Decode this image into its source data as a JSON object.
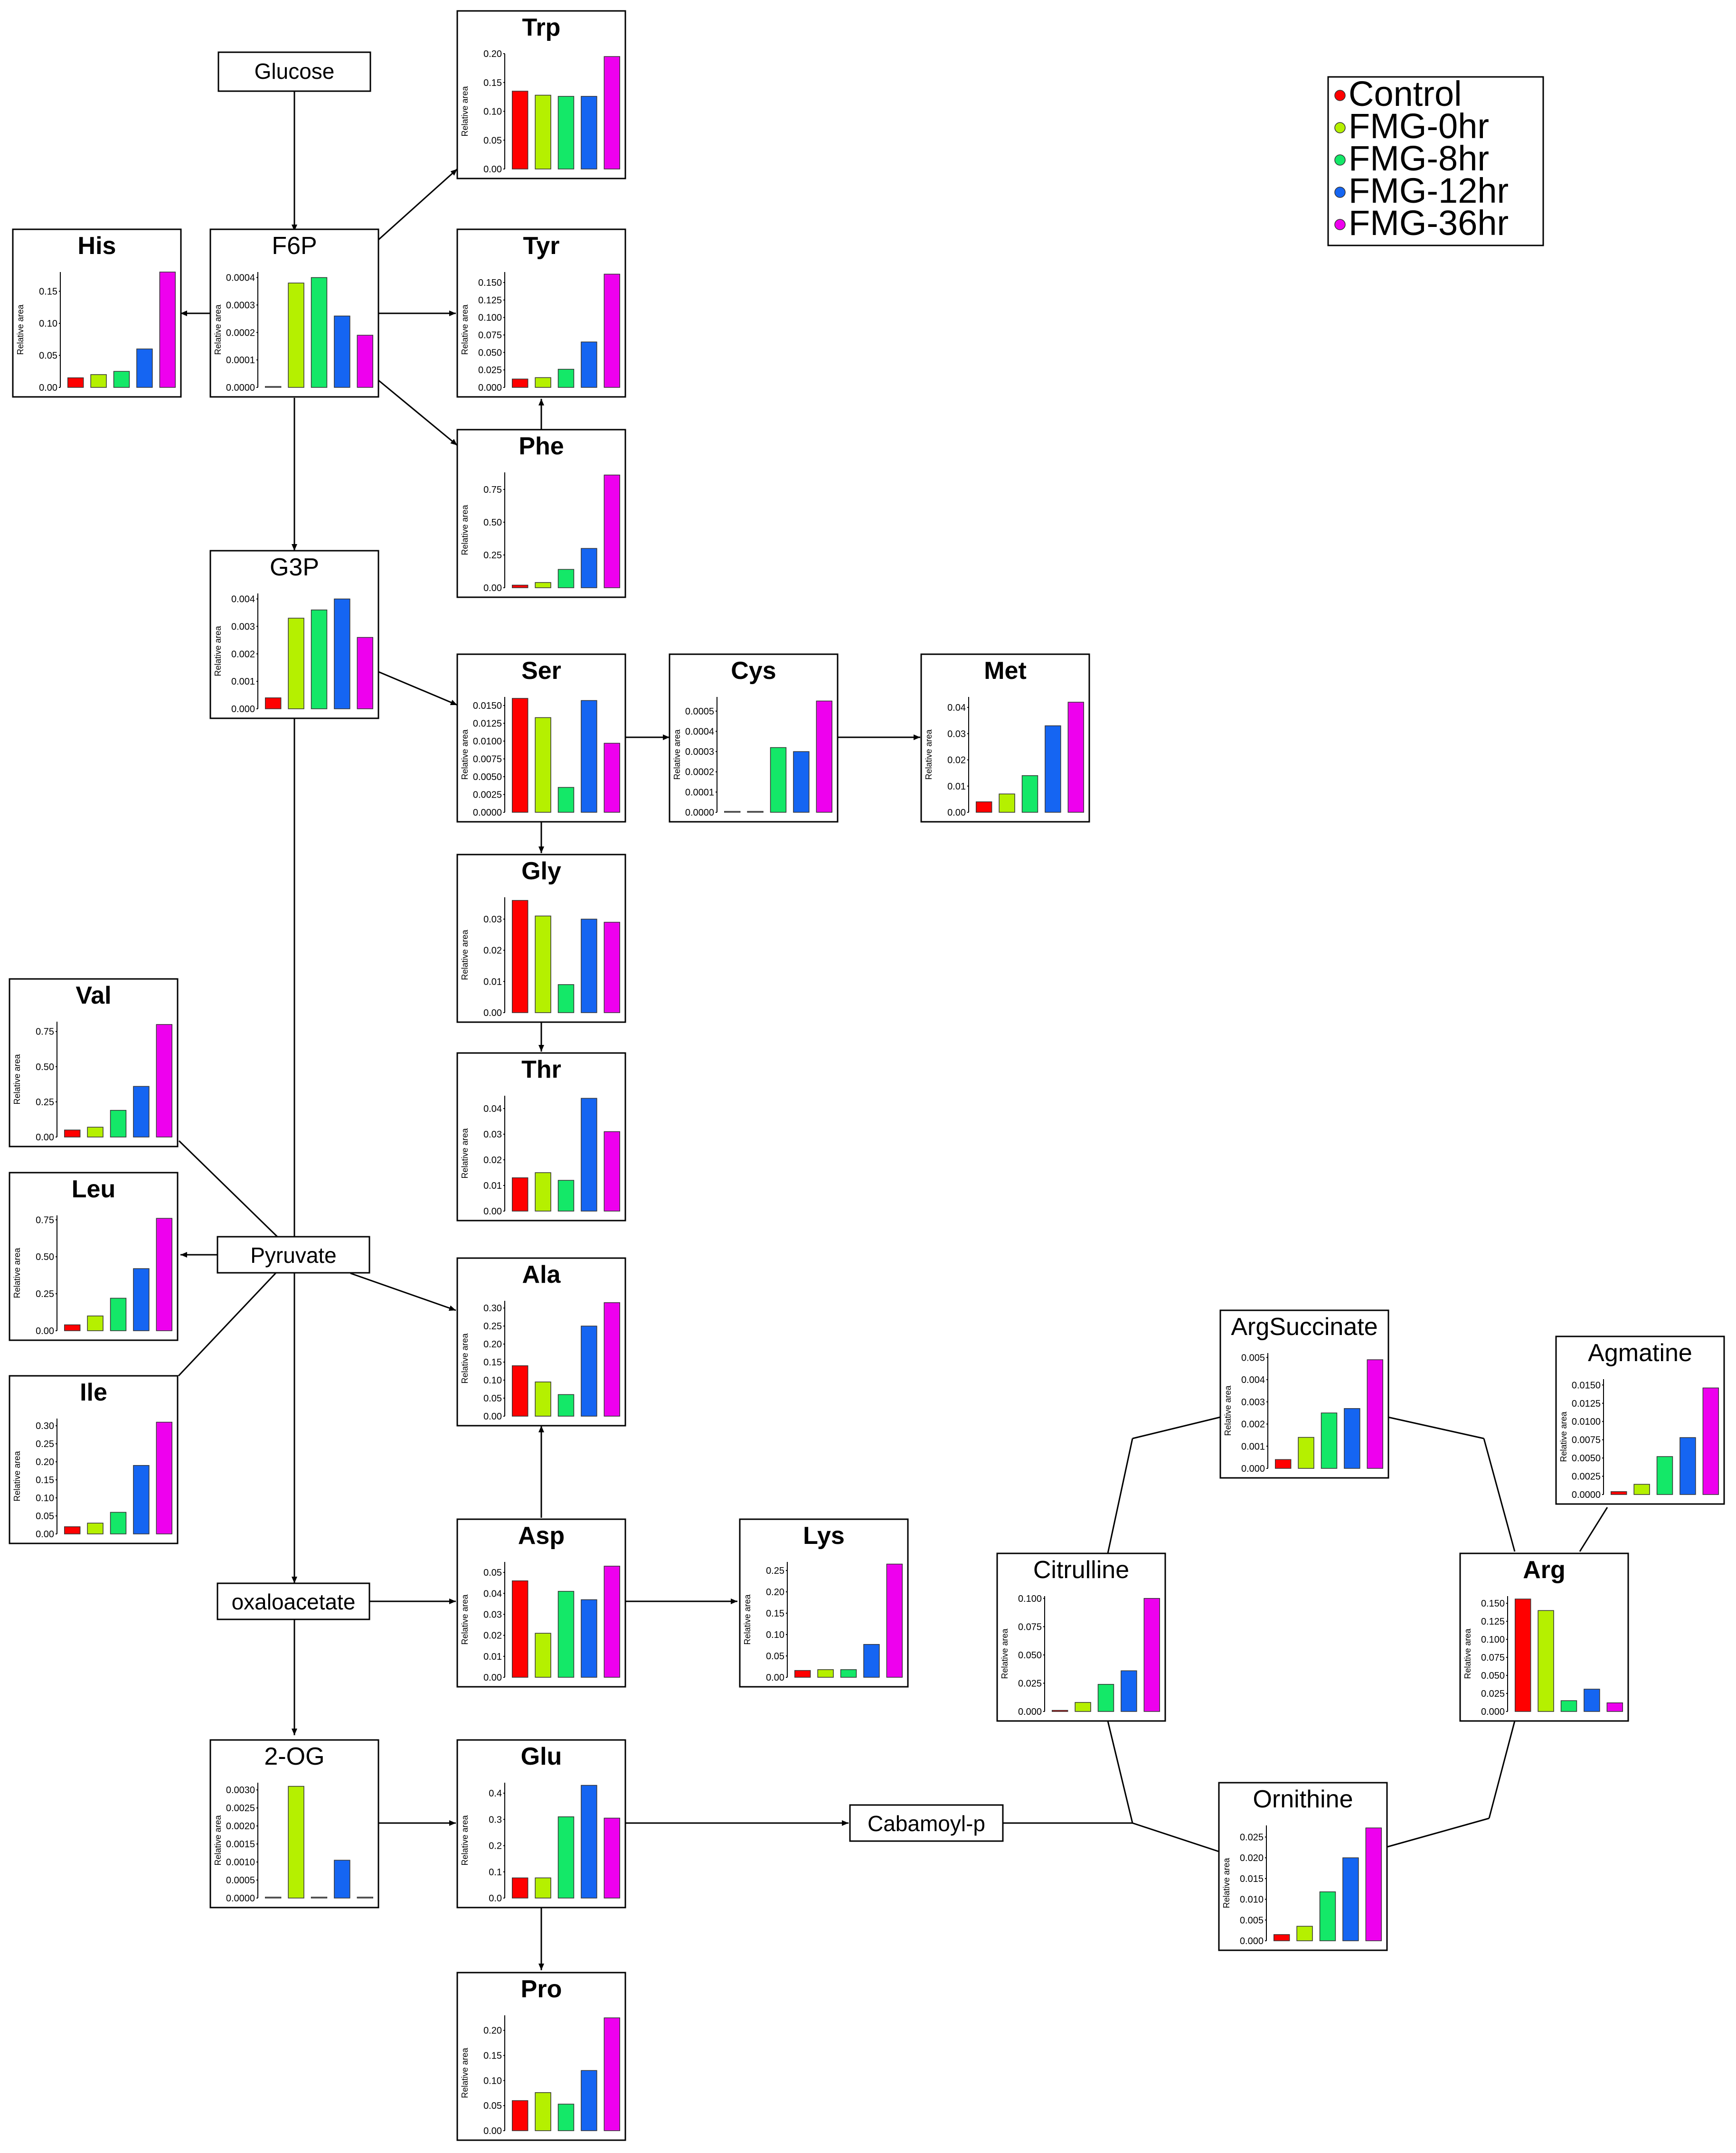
{
  "figure": {
    "nodes": {
      "glucose": "Glucose",
      "pyruvate": "Pyruvate",
      "oxaloacetate": "oxaloacetate",
      "cabamoyl_p": "Cabamoyl-p"
    },
    "ylabel": "Relative area",
    "colors": {
      "Control": "#ff0000",
      "FMG-0hr": "#b5f000",
      "FMG-8hr": "#14e868",
      "FMG-12hr": "#1565f2",
      "FMG-36hr": "#ee00ee"
    },
    "legend": [
      {
        "name": "Control",
        "color": "#ff0000"
      },
      {
        "name": "FMG-0hr",
        "color": "#b5f000"
      },
      {
        "name": "FMG-8hr",
        "color": "#14e868"
      },
      {
        "name": "FMG-12hr",
        "color": "#1565f2"
      },
      {
        "name": "FMG-36hr",
        "color": "#ee00ee"
      }
    ],
    "legend_placement": "top-right"
  },
  "chart_data": [
    {
      "id": "trp",
      "type": "bar",
      "title": "Trp",
      "bold": true,
      "ylabel": "Relative area",
      "categories": [
        "Control",
        "FMG-0hr",
        "FMG-8hr",
        "FMG-12hr",
        "FMG-36hr"
      ],
      "values": [
        0.135,
        0.128,
        0.126,
        0.126,
        0.195
      ],
      "ylim": [
        0,
        0.2
      ],
      "ticks": [
        "0.00",
        "0.05",
        "0.10",
        "0.15",
        "0.20"
      ]
    },
    {
      "id": "his",
      "type": "bar",
      "title": "His",
      "bold": true,
      "ylabel": "Relative area",
      "categories": [
        "Control",
        "FMG-0hr",
        "FMG-8hr",
        "FMG-12hr",
        "FMG-36hr"
      ],
      "values": [
        0.015,
        0.02,
        0.025,
        0.06,
        0.18
      ],
      "ylim": [
        0,
        0.18
      ],
      "ticks": [
        "0.00",
        "0.05",
        "0.10",
        "0.15"
      ]
    },
    {
      "id": "f6p",
      "type": "bar",
      "title": "F6P",
      "bold": false,
      "ylabel": "Relative area",
      "categories": [
        "Control",
        "FMG-0hr",
        "FMG-8hr",
        "FMG-12hr",
        "FMG-36hr"
      ],
      "values": [
        0,
        0.00038,
        0.0004,
        0.00026,
        0.00019
      ],
      "ylim": [
        0,
        0.00042
      ],
      "ticks": [
        "0.0000",
        "0.0001",
        "0.0002",
        "0.0003",
        "0.0004"
      ]
    },
    {
      "id": "tyr",
      "type": "bar",
      "title": "Tyr",
      "bold": true,
      "ylabel": "Relative area",
      "categories": [
        "Control",
        "FMG-0hr",
        "FMG-8hr",
        "FMG-12hr",
        "FMG-36hr"
      ],
      "values": [
        0.012,
        0.014,
        0.026,
        0.065,
        0.162
      ],
      "ylim": [
        0,
        0.165
      ],
      "ticks": [
        "0.000",
        "0.025",
        "0.050",
        "0.075",
        "0.100",
        "0.125",
        "0.150"
      ]
    },
    {
      "id": "phe",
      "type": "bar",
      "title": "Phe",
      "bold": true,
      "ylabel": "Relative area",
      "categories": [
        "Control",
        "FMG-0hr",
        "FMG-8hr",
        "FMG-12hr",
        "FMG-36hr"
      ],
      "values": [
        0.02,
        0.04,
        0.14,
        0.3,
        0.86
      ],
      "ylim": [
        0,
        0.88
      ],
      "ticks": [
        "0.00",
        "0.25",
        "0.50",
        "0.75"
      ]
    },
    {
      "id": "g3p",
      "type": "bar",
      "title": "G3P",
      "bold": false,
      "ylabel": "Relative area",
      "categories": [
        "Control",
        "FMG-0hr",
        "FMG-8hr",
        "FMG-12hr",
        "FMG-36hr"
      ],
      "values": [
        0.0004,
        0.0033,
        0.0036,
        0.004,
        0.0026
      ],
      "ylim": [
        0,
        0.0042
      ],
      "ticks": [
        "0.000",
        "0.001",
        "0.002",
        "0.003",
        "0.004"
      ]
    },
    {
      "id": "ser",
      "type": "bar",
      "title": "Ser",
      "bold": true,
      "ylabel": "Relative area",
      "categories": [
        "Control",
        "FMG-0hr",
        "FMG-8hr",
        "FMG-12hr",
        "FMG-36hr"
      ],
      "values": [
        0.016,
        0.0133,
        0.0035,
        0.0157,
        0.0097
      ],
      "ylim": [
        0,
        0.0162
      ],
      "ticks": [
        "0.0000",
        "0.0025",
        "0.0050",
        "0.0075",
        "0.0100",
        "0.0125",
        "0.0150"
      ]
    },
    {
      "id": "cys",
      "type": "bar",
      "title": "Cys",
      "bold": true,
      "ylabel": "Relative area",
      "categories": [
        "Control",
        "FMG-0hr",
        "FMG-8hr",
        "FMG-12hr",
        "FMG-36hr"
      ],
      "values": [
        0,
        0,
        0.00032,
        0.0003,
        0.00055
      ],
      "ylim": [
        0,
        0.00057
      ],
      "ticks": [
        "0.0000",
        "0.0001",
        "0.0002",
        "0.0003",
        "0.0004",
        "0.0005"
      ]
    },
    {
      "id": "met",
      "type": "bar",
      "title": "Met",
      "bold": true,
      "ylabel": "Relative area",
      "categories": [
        "Control",
        "FMG-0hr",
        "FMG-8hr",
        "FMG-12hr",
        "FMG-36hr"
      ],
      "values": [
        0.004,
        0.007,
        0.014,
        0.033,
        0.042
      ],
      "ylim": [
        0,
        0.044
      ],
      "ticks": [
        "0.00",
        "0.01",
        "0.02",
        "0.03",
        "0.04"
      ]
    },
    {
      "id": "gly",
      "type": "bar",
      "title": "Gly",
      "bold": true,
      "ylabel": "Relative area",
      "categories": [
        "Control",
        "FMG-0hr",
        "FMG-8hr",
        "FMG-12hr",
        "FMG-36hr"
      ],
      "values": [
        0.036,
        0.031,
        0.009,
        0.03,
        0.029
      ],
      "ylim": [
        0,
        0.037
      ],
      "ticks": [
        "0.00",
        "0.01",
        "0.02",
        "0.03"
      ]
    },
    {
      "id": "val",
      "type": "bar",
      "title": "Val",
      "bold": true,
      "ylabel": "Relative area",
      "categories": [
        "Control",
        "FMG-0hr",
        "FMG-8hr",
        "FMG-12hr",
        "FMG-36hr"
      ],
      "values": [
        0.05,
        0.07,
        0.19,
        0.36,
        0.8
      ],
      "ylim": [
        0,
        0.82
      ],
      "ticks": [
        "0.00",
        "0.25",
        "0.50",
        "0.75"
      ]
    },
    {
      "id": "thr",
      "type": "bar",
      "title": "Thr",
      "bold": true,
      "ylabel": "Relative area",
      "categories": [
        "Control",
        "FMG-0hr",
        "FMG-8hr",
        "FMG-12hr",
        "FMG-36hr"
      ],
      "values": [
        0.013,
        0.015,
        0.012,
        0.044,
        0.031
      ],
      "ylim": [
        0,
        0.045
      ],
      "ticks": [
        "0.00",
        "0.01",
        "0.02",
        "0.03",
        "0.04"
      ]
    },
    {
      "id": "leu",
      "type": "bar",
      "title": "Leu",
      "bold": true,
      "ylabel": "Relative area",
      "categories": [
        "Control",
        "FMG-0hr",
        "FMG-8hr",
        "FMG-12hr",
        "FMG-36hr"
      ],
      "values": [
        0.04,
        0.1,
        0.22,
        0.42,
        0.76
      ],
      "ylim": [
        0,
        0.78
      ],
      "ticks": [
        "0.00",
        "0.25",
        "0.50",
        "0.75"
      ]
    },
    {
      "id": "ala",
      "type": "bar",
      "title": "Ala",
      "bold": true,
      "ylabel": "Relative area",
      "categories": [
        "Control",
        "FMG-0hr",
        "FMG-8hr",
        "FMG-12hr",
        "FMG-36hr"
      ],
      "values": [
        0.14,
        0.095,
        0.06,
        0.25,
        0.315
      ],
      "ylim": [
        0,
        0.32
      ],
      "ticks": [
        "0.00",
        "0.05",
        "0.10",
        "0.15",
        "0.20",
        "0.25",
        "0.30"
      ]
    },
    {
      "id": "argsuccinate",
      "type": "bar",
      "title": "ArgSuccinate",
      "bold": false,
      "ylabel": "Relative area",
      "categories": [
        "Control",
        "FMG-0hr",
        "FMG-8hr",
        "FMG-12hr",
        "FMG-36hr"
      ],
      "values": [
        0.0004,
        0.0014,
        0.0025,
        0.0027,
        0.0049
      ],
      "ylim": [
        0,
        0.0052
      ],
      "ticks": [
        "0.000",
        "0.001",
        "0.002",
        "0.003",
        "0.004",
        "0.005"
      ]
    },
    {
      "id": "agmatine",
      "type": "bar",
      "title": "Agmatine",
      "bold": false,
      "ylabel": "Relative area",
      "categories": [
        "Control",
        "FMG-0hr",
        "FMG-8hr",
        "FMG-12hr",
        "FMG-36hr"
      ],
      "values": [
        0.0004,
        0.0014,
        0.0052,
        0.0078,
        0.0146
      ],
      "ylim": [
        0,
        0.0158
      ],
      "ticks": [
        "0.0000",
        "0.0025",
        "0.0050",
        "0.0075",
        "0.0100",
        "0.0125",
        "0.0150"
      ]
    },
    {
      "id": "ile",
      "type": "bar",
      "title": "Ile",
      "bold": true,
      "ylabel": "Relative area",
      "categories": [
        "Control",
        "FMG-0hr",
        "FMG-8hr",
        "FMG-12hr",
        "FMG-36hr"
      ],
      "values": [
        0.02,
        0.03,
        0.06,
        0.19,
        0.31
      ],
      "ylim": [
        0,
        0.32
      ],
      "ticks": [
        "0.00",
        "0.05",
        "0.10",
        "0.15",
        "0.20",
        "0.25",
        "0.30"
      ]
    },
    {
      "id": "asp",
      "type": "bar",
      "title": "Asp",
      "bold": true,
      "ylabel": "Relative area",
      "categories": [
        "Control",
        "FMG-0hr",
        "FMG-8hr",
        "FMG-12hr",
        "FMG-36hr"
      ],
      "values": [
        0.046,
        0.021,
        0.041,
        0.037,
        0.053
      ],
      "ylim": [
        0,
        0.055
      ],
      "ticks": [
        "0.00",
        "0.01",
        "0.02",
        "0.03",
        "0.04",
        "0.05"
      ]
    },
    {
      "id": "lys",
      "type": "bar",
      "title": "Lys",
      "bold": true,
      "ylabel": "Relative area",
      "categories": [
        "Control",
        "FMG-0hr",
        "FMG-8hr",
        "FMG-12hr",
        "FMG-36hr"
      ],
      "values": [
        0.016,
        0.018,
        0.018,
        0.077,
        0.265
      ],
      "ylim": [
        0,
        0.27
      ],
      "ticks": [
        "0.00",
        "0.05",
        "0.10",
        "0.15",
        "0.20",
        "0.25"
      ]
    },
    {
      "id": "citrulline",
      "type": "bar",
      "title": "Citrulline",
      "bold": false,
      "ylabel": "Relative area",
      "categories": [
        "Control",
        "FMG-0hr",
        "FMG-8hr",
        "FMG-12hr",
        "FMG-36hr"
      ],
      "values": [
        0.001,
        0.008,
        0.024,
        0.036,
        0.1
      ],
      "ylim": [
        0,
        0.102
      ],
      "ticks": [
        "0.000",
        "0.025",
        "0.050",
        "0.075",
        "0.100"
      ]
    },
    {
      "id": "arg",
      "type": "bar",
      "title": "Arg",
      "bold": true,
      "ylabel": "Relative area",
      "categories": [
        "Control",
        "FMG-0hr",
        "FMG-8hr",
        "FMG-12hr",
        "FMG-36hr"
      ],
      "values": [
        0.156,
        0.14,
        0.015,
        0.031,
        0.012
      ],
      "ylim": [
        0,
        0.16
      ],
      "ticks": [
        "0.000",
        "0.025",
        "0.050",
        "0.075",
        "0.100",
        "0.125",
        "0.150"
      ]
    },
    {
      "id": "2og",
      "type": "bar",
      "title": "2-OG",
      "bold": false,
      "ylabel": "Relative area",
      "categories": [
        "Control",
        "FMG-0hr",
        "FMG-8hr",
        "FMG-12hr",
        "FMG-36hr"
      ],
      "values": [
        0,
        0.0031,
        0,
        0.00105,
        0
      ],
      "ylim": [
        0,
        0.0032
      ],
      "ticks": [
        "0.0000",
        "0.0005",
        "0.0010",
        "0.0015",
        "0.0020",
        "0.0025",
        "0.0030"
      ]
    },
    {
      "id": "glu",
      "type": "bar",
      "title": "Glu",
      "bold": true,
      "ylabel": "Relative area",
      "categories": [
        "Control",
        "FMG-0hr",
        "FMG-8hr",
        "FMG-12hr",
        "FMG-36hr"
      ],
      "values": [
        0.077,
        0.077,
        0.31,
        0.43,
        0.305
      ],
      "ylim": [
        0,
        0.44
      ],
      "ticks": [
        "0.0",
        "0.1",
        "0.2",
        "0.3",
        "0.4"
      ]
    },
    {
      "id": "ornithine",
      "type": "bar",
      "title": "Ornithine",
      "bold": false,
      "ylabel": "Relative area",
      "categories": [
        "Control",
        "FMG-0hr",
        "FMG-8hr",
        "FMG-12hr",
        "FMG-36hr"
      ],
      "values": [
        0.0015,
        0.0035,
        0.0118,
        0.02,
        0.0272
      ],
      "ylim": [
        0,
        0.0278
      ],
      "ticks": [
        "0.000",
        "0.005",
        "0.010",
        "0.015",
        "0.020",
        "0.025"
      ]
    },
    {
      "id": "pro",
      "type": "bar",
      "title": "Pro",
      "bold": true,
      "ylabel": "Relative area",
      "categories": [
        "Control",
        "FMG-0hr",
        "FMG-8hr",
        "FMG-12hr",
        "FMG-36hr"
      ],
      "values": [
        0.06,
        0.076,
        0.053,
        0.12,
        0.225
      ],
      "ylim": [
        0,
        0.23
      ],
      "ticks": [
        "0.00",
        "0.05",
        "0.10",
        "0.15",
        "0.20"
      ]
    }
  ]
}
